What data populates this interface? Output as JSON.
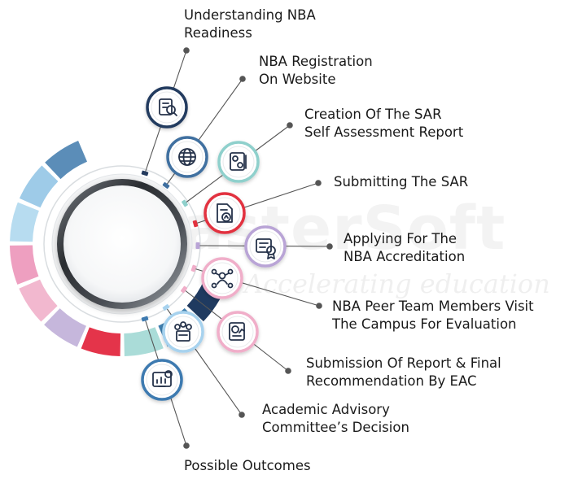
{
  "watermark": {
    "brand": "MasterSoft",
    "tagline": "Accelerating education"
  },
  "colors": {
    "segments": [
      "#5b8db8",
      "#9ecbe8",
      "#b7dcf0",
      "#ee9fc0",
      "#f2b8cf",
      "#c6b7dc",
      "#e4344a",
      "#aadcd8",
      "#3f7fae",
      "#1f3a60"
    ],
    "line": "#555555",
    "ring": "#d9dde0"
  },
  "steps": [
    {
      "lines": [
        "Understanding NBA",
        "Readiness"
      ],
      "icon": "document-search-icon",
      "color": "#233a5e"
    },
    {
      "lines": [
        "NBA Registration",
        "On Website"
      ],
      "icon": "globe-icon",
      "color": "#3f6fa0"
    },
    {
      "lines": [
        "Creation Of The SAR",
        "Self Assessment Report"
      ],
      "icon": "settings-report-icon",
      "color": "#8fd0cc"
    },
    {
      "lines": [
        "Submitting The SAR"
      ],
      "icon": "document-upload-icon",
      "color": "#e2323f"
    },
    {
      "lines": [
        "Applying For The",
        "NBA Accreditation"
      ],
      "icon": "certificate-icon",
      "color": "#b9a4d6"
    },
    {
      "lines": [
        "NBA Peer Team Members Visit",
        "The Campus For Evaluation"
      ],
      "icon": "team-network-icon",
      "color": "#f0aec9"
    },
    {
      "lines": [
        "Submission Of Report & Final",
        "Recommendation By EAC"
      ],
      "icon": "report-chart-icon",
      "color": "#f0aec9"
    },
    {
      "lines": [
        "Academic Advisory",
        "Committee’s Decision"
      ],
      "icon": "committee-icon",
      "color": "#a7d2ee"
    },
    {
      "lines": [
        "Possible Outcomes"
      ],
      "icon": "outcomes-chart-icon",
      "color": "#3e7ab0"
    }
  ]
}
